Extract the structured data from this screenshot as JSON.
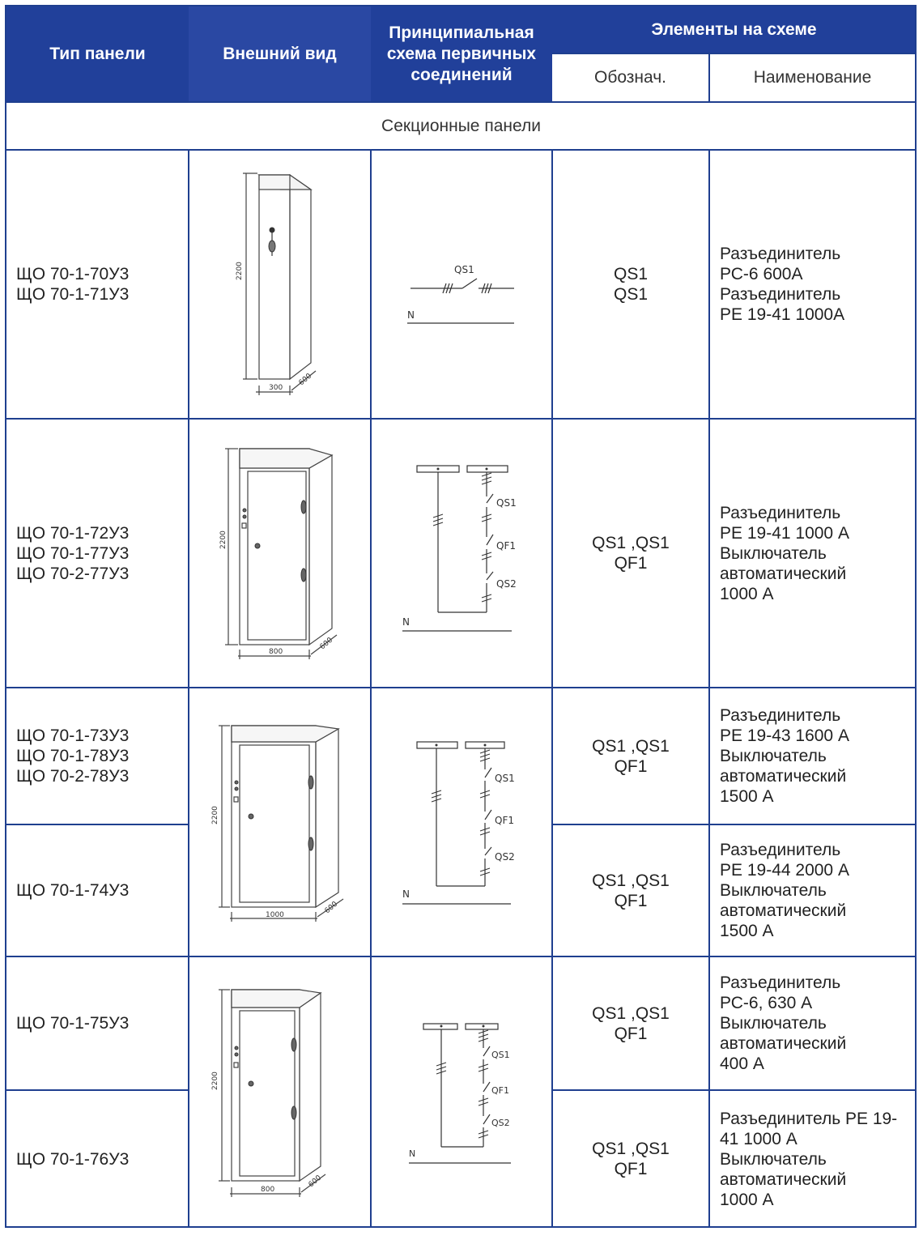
{
  "header": {
    "col_type": "Тип панели",
    "col_view": "Внешний вид",
    "col_scheme": "Принципиальная схема первичных соединений",
    "col_elements": "Элементы на схеме",
    "sub_designation": "Обознач.",
    "sub_name": "Наименование"
  },
  "section_title": "Секционные панели",
  "rows": [
    {
      "types": "ЩО 70-1-70У3\nЩО 70-1-71У3",
      "designation": "QS1\nQS1",
      "name": "Разъединитель\nРС-6 600А\nРазъединитель\nРЕ 19-41 1000А"
    },
    {
      "types": "ЩО 70-1-72У3\nЩО 70-1-77У3\nЩО 70-2-77У3",
      "designation": "QS1 ,QS1\nQF1",
      "name": "Разъединитель\nРЕ 19-41 1000 А\nВыключатель\nавтоматический\n1000 А"
    },
    {
      "types": "ЩО 70-1-73У3\nЩО 70-1-78У3\nЩО 70-2-78У3",
      "designation": "QS1 ,QS1\nQF1",
      "name": "Разъединитель\nРЕ 19-43 1600 А\nВыключатель\nавтоматический\n1500 А"
    },
    {
      "types": "ЩО 70-1-74У3",
      "designation": "QS1 ,QS1\nQF1",
      "name": "Разъединитель\nРЕ 19-44 2000 А\nВыключатель\nавтоматический\n1500 А"
    },
    {
      "types": "ЩО 70-1-75У3",
      "designation": "QS1 ,QS1\nQF1",
      "name": "Разъединитель\nРС-6, 630 А\nВыключатель\nавтоматический\n400 А"
    },
    {
      "types": "ЩО 70-1-76У3",
      "designation": "QS1 ,QS1\nQF1",
      "name": "Разъединитель РЕ 19-\n41 1000 А\nВыключатель\nавтоматический\n1000 А"
    }
  ],
  "drawings": {
    "d1": {
      "height": "2200",
      "width": "300",
      "depth": "600"
    },
    "d2": {
      "height": "2200",
      "width": "800",
      "depth": "600"
    },
    "d3": {
      "height": "2200",
      "width": "1000",
      "depth": "600"
    },
    "d4": {
      "height": "2200",
      "width": "800",
      "depth": "600"
    }
  },
  "schemes": {
    "s1": {
      "qs": "QS1",
      "n": "N"
    },
    "s2": {
      "qs1": "QS1",
      "qf": "QF1",
      "qs2": "QS2",
      "n": "N"
    },
    "s3": {
      "qs1": "QS1",
      "qf": "QF1",
      "qs2": "QS2",
      "n": "N"
    },
    "s4": {
      "qs1": "QS1",
      "qf": "QF1",
      "qs2": "QS2",
      "n": "N"
    }
  },
  "colors": {
    "header_bg": "#21409a",
    "grid": "#1f3f8f"
  }
}
